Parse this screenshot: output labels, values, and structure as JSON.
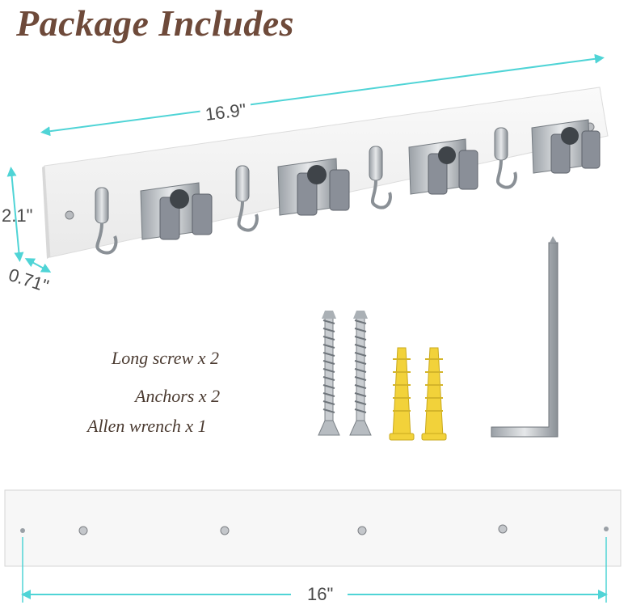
{
  "title": "Package Includes",
  "dimensions": {
    "length_top": "16.9\"",
    "height": "2.1\"",
    "depth": "0.71\"",
    "length_bottom": "16\""
  },
  "parts": [
    "Long screw x 2",
    "Anchors x 2",
    "Allen wrench x 1"
  ],
  "colors": {
    "title": "#6e4a3a",
    "dimension_line": "#4fd4d6",
    "board": "#f5f5f5",
    "grip": "#8a8f98",
    "anchor": "#f2d23a"
  }
}
